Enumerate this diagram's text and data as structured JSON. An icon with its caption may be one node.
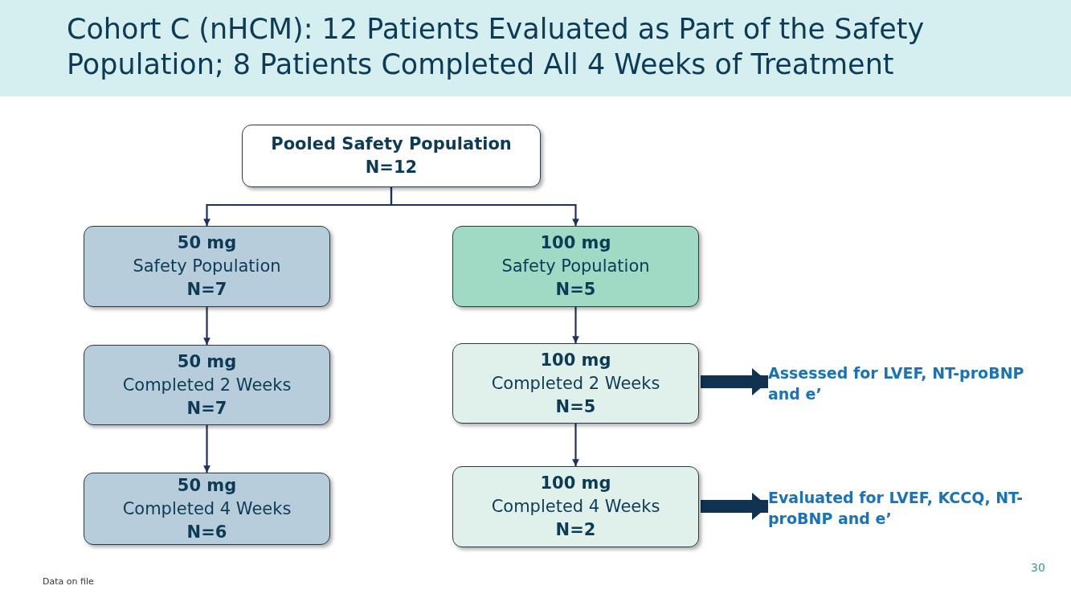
{
  "diagram": {
    "title": "Cohort C (nHCM): 12 Patients Evaluated as Part of the Safety Population; 8 Patients Completed All 4 Weeks of Treatment",
    "nodes": [
      {
        "text": [
          "Pooled Safety Population",
          "N=12"
        ]
      },
      {
        "text": [
          "50 mg",
          "Safety Population",
          "N=7"
        ]
      },
      {
        "text": [
          "100 mg",
          "Safety Population",
          "N=5"
        ]
      },
      {
        "text": [
          "50 mg",
          "Completed 2 Weeks",
          "N=7"
        ]
      },
      {
        "text": [
          "100 mg",
          "Completed 2 Weeks",
          "N=5"
        ]
      },
      {
        "text": [
          "Assessed for LVEF, NT-proBNP and e’"
        ]
      },
      {
        "text": [
          "50 mg",
          "Completed 4 Weeks",
          "N=6"
        ]
      },
      {
        "text": [
          "100 mg",
          "Completed 4 Weeks",
          "N=2"
        ]
      },
      {
        "text": [
          "Evaluated for LVEF, KCCQ, NT-proBNP and e’"
        ]
      }
    ],
    "edges": [
      {
        "from": 0,
        "to": 1,
        "arrow": "to"
      },
      {
        "from": 0,
        "to": 2,
        "arrow": "to"
      },
      {
        "from": 1,
        "to": 3,
        "arrow": "to"
      },
      {
        "from": 3,
        "to": 6,
        "arrow": "to"
      },
      {
        "from": 2,
        "to": 4,
        "arrow": "to"
      },
      {
        "from": 4,
        "to": 7,
        "arrow": "to"
      },
      {
        "from": 4,
        "to": 5,
        "arrow": "to",
        "style": "thick"
      },
      {
        "from": 7,
        "to": 8,
        "arrow": "to",
        "style": "thick"
      }
    ],
    "labels": [
      "Data on file",
      "30"
    ]
  }
}
